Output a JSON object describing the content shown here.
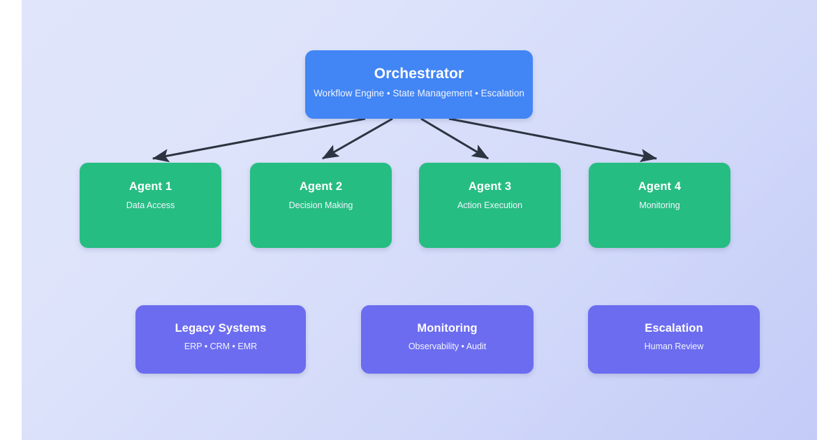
{
  "canvas": {
    "background_start": "#e0e5fb",
    "background_end": "#c4cbf8"
  },
  "colors": {
    "orchestrator": "#4285f4",
    "agent": "#26bd82",
    "support": "#6c6cf0",
    "arrow": "#2c3442",
    "node_text": "#ffffff"
  },
  "diagram": {
    "orchestrator": {
      "title": "Orchestrator",
      "subtitle": "Workflow Engine • State Management • Escalation"
    },
    "agents": [
      {
        "title": "Agent 1",
        "subtitle": "Data Access"
      },
      {
        "title": "Agent 2",
        "subtitle": "Decision Making"
      },
      {
        "title": "Agent 3",
        "subtitle": "Action Execution"
      },
      {
        "title": "Agent 4",
        "subtitle": "Monitoring"
      }
    ],
    "support": [
      {
        "title": "Legacy Systems",
        "subtitle": "ERP • CRM • EMR"
      },
      {
        "title": "Monitoring",
        "subtitle": "Observability • Audit"
      },
      {
        "title": "Escalation",
        "subtitle": "Human Review"
      }
    ],
    "connections": [
      {
        "from": "Orchestrator",
        "to": "Agent 1"
      },
      {
        "from": "Orchestrator",
        "to": "Agent 2"
      },
      {
        "from": "Orchestrator",
        "to": "Agent 3"
      },
      {
        "from": "Orchestrator",
        "to": "Agent 4"
      }
    ]
  }
}
